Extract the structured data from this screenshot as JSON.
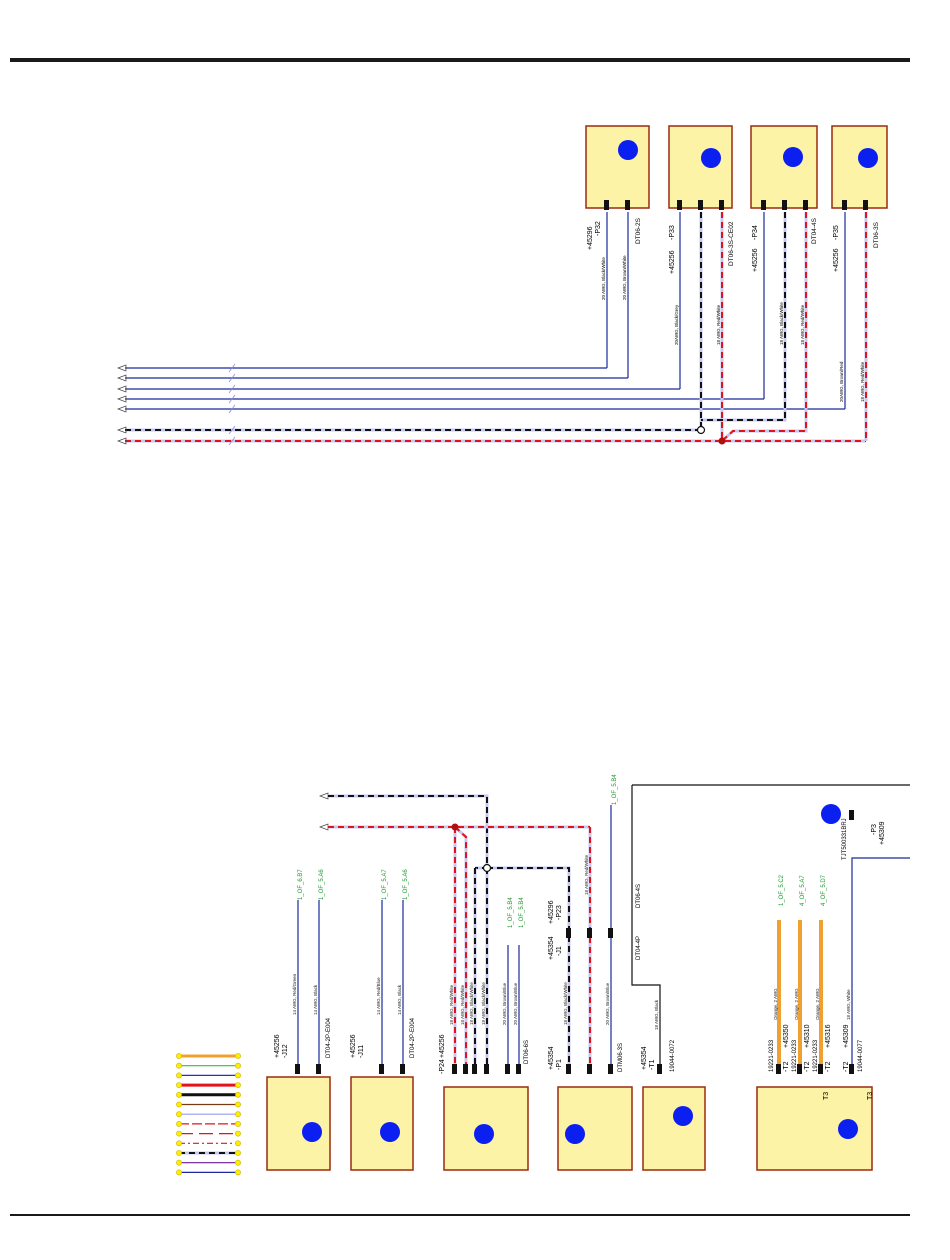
{
  "colors": {
    "connector_fill": "#fdf3a7",
    "connector_border": "#9b2a10",
    "badge": "#0a1ff0",
    "wire_blue": "#1c2a9c",
    "wire_red": "#e0141e",
    "wire_black": "#111111",
    "wire_orange": "#f0a030",
    "wire_white_stripe": "#c7c7f0",
    "label_green": "#1f9a2f",
    "label_red": "#d02020",
    "legend_dot": "#ffee00"
  },
  "top_connectors": [
    {
      "id": "P32",
      "pn": "+45296",
      "refdes": "-P32",
      "part": "DT06-2S",
      "wires": [
        {
          "label": "20 AWG, Black/White",
          "kind": "blue"
        },
        {
          "label": "20 AWG, Brown/White",
          "kind": "blue"
        }
      ]
    },
    {
      "id": "P33",
      "pn": "+45256",
      "refdes": "-P33",
      "part": "DT06-3S-CE02",
      "wires": [
        {
          "label": "20AWG, Black/Grey",
          "kind": "blue"
        },
        {
          "label": "",
          "kind": "black"
        },
        {
          "label": "18 AWG, Red/White",
          "kind": "red"
        }
      ]
    },
    {
      "id": "P34",
      "pn": "+45256",
      "refdes": "-P34",
      "part": "DT04-4S",
      "wires": [
        {
          "label": "",
          "kind": "blue"
        },
        {
          "label": "18 AWG, Black/White",
          "kind": "black"
        },
        {
          "label": "18 AWG, Red/White",
          "kind": "red"
        }
      ]
    },
    {
      "id": "P35",
      "pn": "+45256",
      "refdes": "-P35",
      "part": "DT06-3S",
      "wires": [
        {
          "label": "20AWG, Brown/Red",
          "kind": "blue"
        },
        {
          "label": "18 AWG, Red/White",
          "kind": "red"
        }
      ]
    }
  ],
  "bottom_connectors": [
    {
      "id": "J12",
      "pn": "+45256",
      "refdes": "-J12",
      "part": "DT04-2P-E004",
      "signals": [
        "1_OF_6.B7",
        "1_OF_5.A6"
      ],
      "wires": [
        {
          "label": "14 AWG, Red/Green"
        },
        {
          "label": "14 AWG, Black"
        }
      ]
    },
    {
      "id": "J11",
      "pn": "+45256",
      "refdes": "-J11",
      "part": "DT04-2P-E004",
      "signals": [
        "1_OF_5.A7",
        "1_OF_5.A6"
      ],
      "wires": [
        {
          "label": "14 AWG, Red/Blue"
        },
        {
          "label": "14 AWG, Black"
        }
      ]
    },
    {
      "id": "P24",
      "pn": "+45256",
      "refdes": "-P24",
      "part": "DT06-6S",
      "signals": [
        "1_OF_5.B4",
        "1_OF_5.B4"
      ],
      "wires": [
        {
          "label": "18 AWG, Red/White"
        },
        {
          "label": "18 AWG, Red/White"
        },
        {
          "label": "18 AWG, Black/White"
        },
        {
          "label": "18 AWG, Black/White"
        },
        {
          "label": "20 AWG, Brown/Blue"
        },
        {
          "label": "20 AWG, Brown/Blue"
        }
      ]
    },
    {
      "id": "P1",
      "pn": "+45354",
      "refdes": "-P1",
      "part": "DTM06-3S",
      "signals": [
        "1_OF_5.B4"
      ],
      "wires": [
        {
          "label": "18 AWG, Black/White"
        },
        {
          "label": "18 AWG, Red/White"
        },
        {
          "label": "20 AWG, Brown/Blue"
        }
      ]
    },
    {
      "id": "T1",
      "pn": "+45354",
      "refdes": "-T1",
      "part": "19044-0072",
      "signals": [],
      "wires": [
        {
          "label": "18 AWG, Black"
        }
      ]
    },
    {
      "id": "T2T3",
      "pn": "+45350",
      "refdes": "-T2",
      "part": "19221-0233",
      "signals": [
        "1_OF_5.C2",
        "4_OF_5.A7",
        "4_OF_5.D7"
      ],
      "wires": [
        {
          "label": "Orange, 2 AWG"
        },
        {
          "label": "Orange, 2 AWG"
        },
        {
          "label": "Orange, 2 AWG"
        },
        {
          "label": "18 AWG, White"
        }
      ]
    }
  ],
  "splice_labels": [
    {
      "pn": "+45296",
      "refdes": "-P23"
    },
    {
      "pn": "+45354",
      "refdes": "-J1"
    }
  ],
  "misc_labels": {
    "dt04_4p": "DT04-4P",
    "dt06_4s": "DT06-4S",
    "p3_refdes": "-P3",
    "p3_pn": "+45309",
    "p3_part": "TJT500331BRJ",
    "t2_a_pn": "+45310",
    "t2_a_refdes": "-T2",
    "t2_a_part": "19221-0233",
    "t2_b_pn": "+45316",
    "t2_b_refdes": "-T2",
    "t2_b_part": "19221-0233",
    "t3_pn": "+45309",
    "t3_refdes": "-T2",
    "t3_part": "19044-0077",
    "t3_label": "T3",
    "t3_label_2": "T3"
  },
  "legend": [
    {
      "kind": "orange"
    },
    {
      "kind": "green"
    },
    {
      "kind": "blue"
    },
    {
      "kind": "red"
    },
    {
      "kind": "black"
    },
    {
      "kind": "brown"
    },
    {
      "kind": "lightblue"
    },
    {
      "kind": "redwhite"
    },
    {
      "kind": "reddash"
    },
    {
      "kind": "dashdot"
    },
    {
      "kind": "blackdash"
    },
    {
      "kind": "purple"
    },
    {
      "kind": "navy"
    }
  ]
}
